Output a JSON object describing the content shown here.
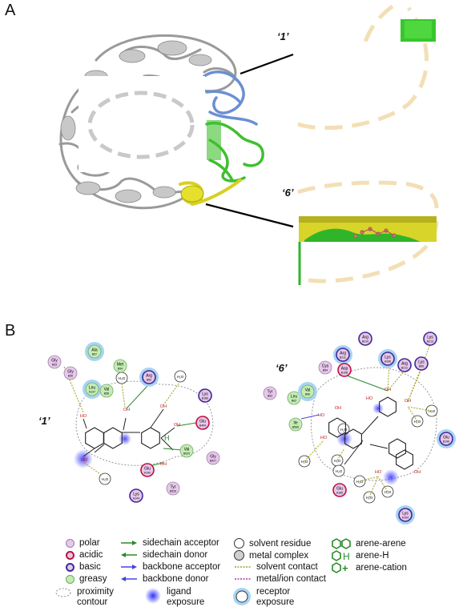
{
  "panels": {
    "a_letter": "A",
    "b_letter": "B",
    "site_1_label": "‘1’",
    "site_6_label": "‘6’",
    "site_1_2d_label": "‘1’",
    "site_6_2d_label": "‘6’"
  },
  "colors": {
    "polar": "#e6c8ea",
    "acidic_border": "#c01040",
    "basic_border": "#3c2a9a",
    "greasy": "#c4ecb4",
    "sidechain": "#2a8a2a",
    "backbone": "#4444dd",
    "solvent_contact": "#a0a020",
    "metal_contact": "#b030b0",
    "protein_gray": "#bdbdbd",
    "blue_region": "#6b8fd4",
    "green_region": "#3fbf2f",
    "yellow_region": "#e4e02c",
    "dashed_ellipse": "#f3dfb6"
  },
  "site1_residues": [
    {
      "name": "Gly",
      "num": "B53",
      "type": "polar"
    },
    {
      "name": "Ala",
      "num": "B57",
      "type": "greasy"
    },
    {
      "name": "Gly",
      "num": "B56",
      "type": "polar"
    },
    {
      "name": "Leu",
      "num": "A137",
      "type": "greasy"
    },
    {
      "name": "Val",
      "num": "B58",
      "type": "greasy"
    },
    {
      "name": "Met",
      "num": "B54",
      "type": "greasy"
    },
    {
      "name": "Arg",
      "num": "B60",
      "type": "basic"
    },
    {
      "name": "Lys",
      "num": "B186",
      "type": "basic"
    },
    {
      "name": "Glu",
      "num": "B464",
      "type": "acidic"
    },
    {
      "name": "Val",
      "num": "B529",
      "type": "greasy"
    },
    {
      "name": "Gly",
      "num": "B527",
      "type": "polar"
    },
    {
      "name": "Glu",
      "num": "A140",
      "type": "acidic"
    },
    {
      "name": "Tyr",
      "num": "B526",
      "type": "polar"
    },
    {
      "name": "Lys",
      "num": "A144",
      "type": "basic"
    }
  ],
  "site6_residues": [
    {
      "name": "Arg",
      "num": "B210",
      "type": "basic"
    },
    {
      "name": "Lys",
      "num": "B213",
      "type": "basic"
    },
    {
      "name": "Arg",
      "num": "B211",
      "type": "basic"
    },
    {
      "name": "Cys",
      "num": "B64",
      "type": "polar"
    },
    {
      "name": "Asp",
      "num": "B198",
      "type": "acidic"
    },
    {
      "name": "Lys",
      "num": "A336",
      "type": "basic"
    },
    {
      "name": "Arg",
      "num": "B212",
      "type": "basic"
    },
    {
      "name": "Lys",
      "num": "B65",
      "type": "basic"
    },
    {
      "name": "Tyr",
      "num": "B63",
      "type": "polar"
    },
    {
      "name": "Leu",
      "num": "B62",
      "type": "greasy"
    },
    {
      "name": "Val",
      "num": "B66",
      "type": "greasy"
    },
    {
      "name": "Ile",
      "num": "B566",
      "type": "greasy"
    },
    {
      "name": "Glu",
      "num": "B196",
      "type": "basic"
    },
    {
      "name": "Glu",
      "num": "A185",
      "type": "acidic"
    },
    {
      "name": "Lys",
      "num": "A154",
      "type": "basic"
    }
  ],
  "water_label": "H₂O",
  "hydroxyl_label": "OH",
  "ho_label": "HO",
  "h_label": "H",
  "legend": {
    "col1": [
      "polar",
      "acidic",
      "basic",
      "greasy",
      "proximity contour"
    ],
    "col2": [
      "sidechain acceptor",
      "sidechain donor",
      "backbone acceptor",
      "backbone donor",
      "ligand exposure"
    ],
    "col3": [
      "solvent residue",
      "metal complex",
      "solvent contact",
      "metal/ion contact",
      "receptor exposure"
    ],
    "col4": [
      "arene-arene",
      "arene-H",
      "arene-cation"
    ],
    "arene_h_symbol": "H",
    "arene_cation_symbol": "+"
  }
}
